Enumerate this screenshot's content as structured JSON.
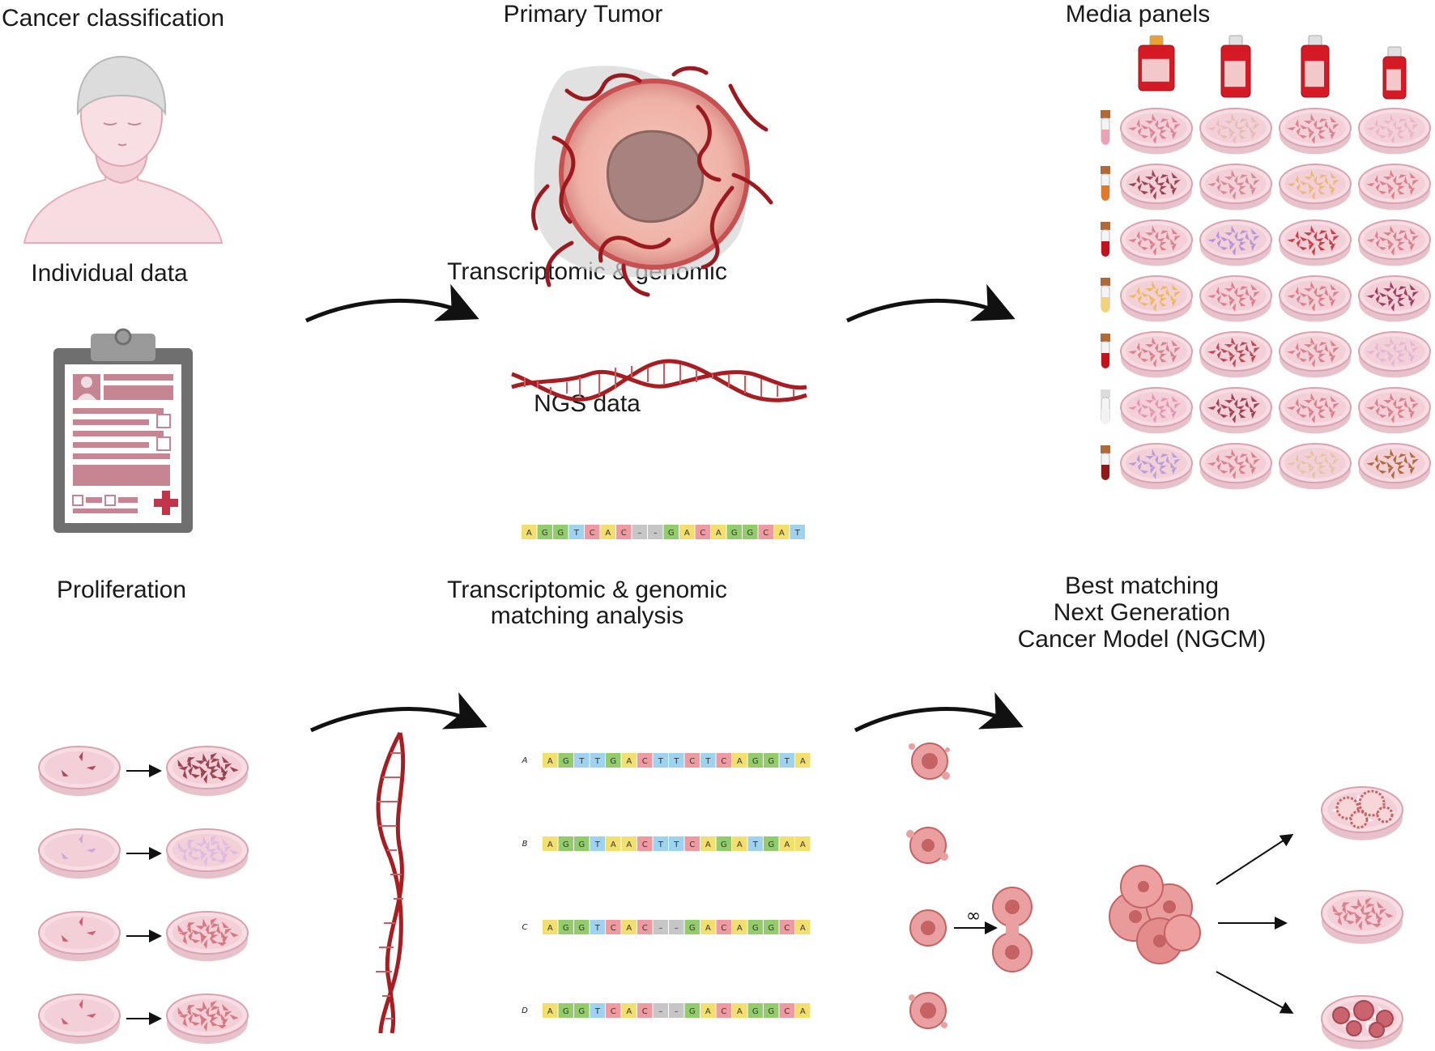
{
  "labels": {
    "cancer_classification": "Cancer classification",
    "primary_tumor": "Primary Tumor",
    "media_panels": "Media panels",
    "individual_data": "Individual data",
    "transcriptomic_genomic": "Transcriptomic & genomic",
    "ngs_data": "NGS data",
    "proliferation": "Proliferation",
    "matching_line1": "Transcriptomic & genomic",
    "matching_line2": "matching analysis",
    "best_line1": "Best matching",
    "best_line2": "Next Generation",
    "best_line3": "Cancer Model (NGCM)",
    "infinity": "∞"
  },
  "ngs_sequence": [
    "A",
    "G",
    "G",
    "T",
    "C",
    "A",
    "C",
    "–",
    "–",
    "G",
    "A",
    "C",
    "A",
    "G",
    "G",
    "C",
    "A",
    "T"
  ],
  "alignments": [
    {
      "label": "A",
      "bases": [
        "A",
        "G",
        "T",
        "T",
        "G",
        "A",
        "C",
        "T",
        "T",
        "C",
        "T",
        "C",
        "A",
        "G",
        "G",
        "T",
        "A"
      ]
    },
    {
      "label": "B",
      "bases": [
        "A",
        "G",
        "G",
        "T",
        "A",
        "A",
        "C",
        "T",
        "T",
        "C",
        "A",
        "G",
        "A",
        "T",
        "G",
        "A",
        "A"
      ]
    },
    {
      "label": "C",
      "bases": [
        "A",
        "G",
        "G",
        "T",
        "C",
        "A",
        "C",
        "–",
        "–",
        "G",
        "A",
        "C",
        "A",
        "G",
        "G",
        "C",
        "A"
      ]
    },
    {
      "label": "D",
      "bases": [
        "A",
        "G",
        "G",
        "T",
        "C",
        "A",
        "C",
        "–",
        "–",
        "G",
        "A",
        "C",
        "A",
        "G",
        "G",
        "C",
        "A"
      ]
    }
  ],
  "base_colors": {
    "A": "#f2df6e",
    "G": "#93cc6b",
    "T": "#9fd2ee",
    "C": "#ef9aa0",
    "–": "#c6c6c6"
  },
  "media_panel_colors": [
    [
      "#d9738a",
      "#e3b9ae",
      "#d67280",
      "#eab0c4"
    ],
    [
      "#8c2a3a",
      "#d07f88",
      "#e6b56e",
      "#d8707e"
    ],
    [
      "#d9727f",
      "#a98bd9",
      "#c9202d",
      "#d8707e"
    ],
    [
      "#e8b93f",
      "#d8707e",
      "#d8707e",
      "#8c2450"
    ],
    [
      "#d8707e",
      "#b4313f",
      "#d8707e",
      "#e2b0d2"
    ],
    [
      "#e38ab0",
      "#8f2838",
      "#d8707e",
      "#d8707e"
    ],
    [
      "#a995db",
      "#d8707e",
      "#e3c29a",
      "#a35a1e"
    ]
  ],
  "media_tube_colors": [
    "#e8a4b6",
    "#e07a2a",
    "#c2121e",
    "#f2d27a",
    "#c2121e",
    "#f2f2f2",
    "#8c1a1a"
  ],
  "media_bottle_colors": [
    "#d61a25",
    "#d61a25",
    "#d61a25",
    "#d61a25"
  ],
  "proliferation_colors": [
    {
      "before": "#a33040",
      "after": "#8c2a3a"
    },
    {
      "before": "#c0a2d8",
      "after": "#d8b8e2"
    },
    {
      "before": "#c94a58",
      "after": "#d06a76"
    },
    {
      "before": "#c94a58",
      "after": "#d06a76"
    }
  ],
  "colors": {
    "dish_fill": "#f6dbe1",
    "dish_rim": "#d9a2b0",
    "dna": "#a81d22",
    "tumor_outer": "#f2c0b6",
    "tumor_core": "#a8827e",
    "vessel": "#9c1a1f",
    "clipboard": "#6f6f6f",
    "record": "#c68593",
    "cell": "#e08e8e",
    "cell_core": "#c56263"
  }
}
